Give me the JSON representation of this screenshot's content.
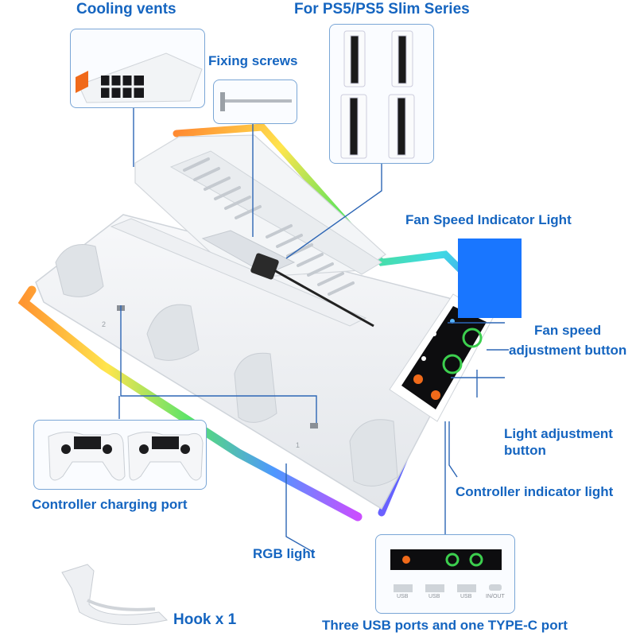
{
  "labels": {
    "cooling_vents": "Cooling vents",
    "ps5_series": "For PS5/PS5 Slim Series",
    "fixing_screws": "Fixing screws",
    "fan_speed_indicator": "Fan Speed Indicator Light",
    "fan_speed_adjust_line1": "Fan speed",
    "fan_speed_adjust_line2": "adjustment button",
    "light_adjust_line1": "Light adjustment",
    "light_adjust_line2": "button",
    "controller_indicator": "Controller indicator light",
    "controller_charging_port": "Controller charging port",
    "rgb_light": "RGB light",
    "hook": "Hook x 1",
    "usb_ports": "Three USB ports and one TYPE-C port"
  },
  "port_labels": [
    "USB",
    "USB",
    "USB",
    "IN/OUT"
  ],
  "slot_numbers": [
    "2",
    "1"
  ],
  "colors": {
    "label_blue": "#1565c0",
    "fan_indicator_blue": "#1976ff",
    "orange": "#f06a1a",
    "green_ring": "#3ccf4e"
  },
  "icons": [
    "fan-icon",
    "controller-icon",
    "light-icon"
  ]
}
